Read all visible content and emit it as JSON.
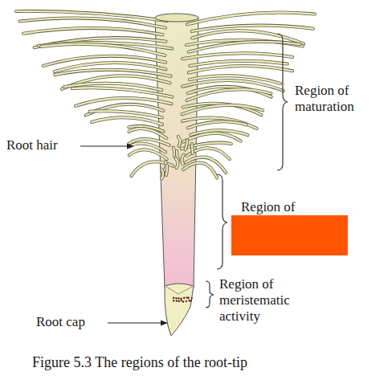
{
  "diagram": {
    "caption": "Figure 5.3 The regions of the root-tip",
    "labels": [
      "Region of maturation",
      "Root hair",
      "Region of",
      "Region of meristematic activity",
      "Root cap"
    ]
  }
}
